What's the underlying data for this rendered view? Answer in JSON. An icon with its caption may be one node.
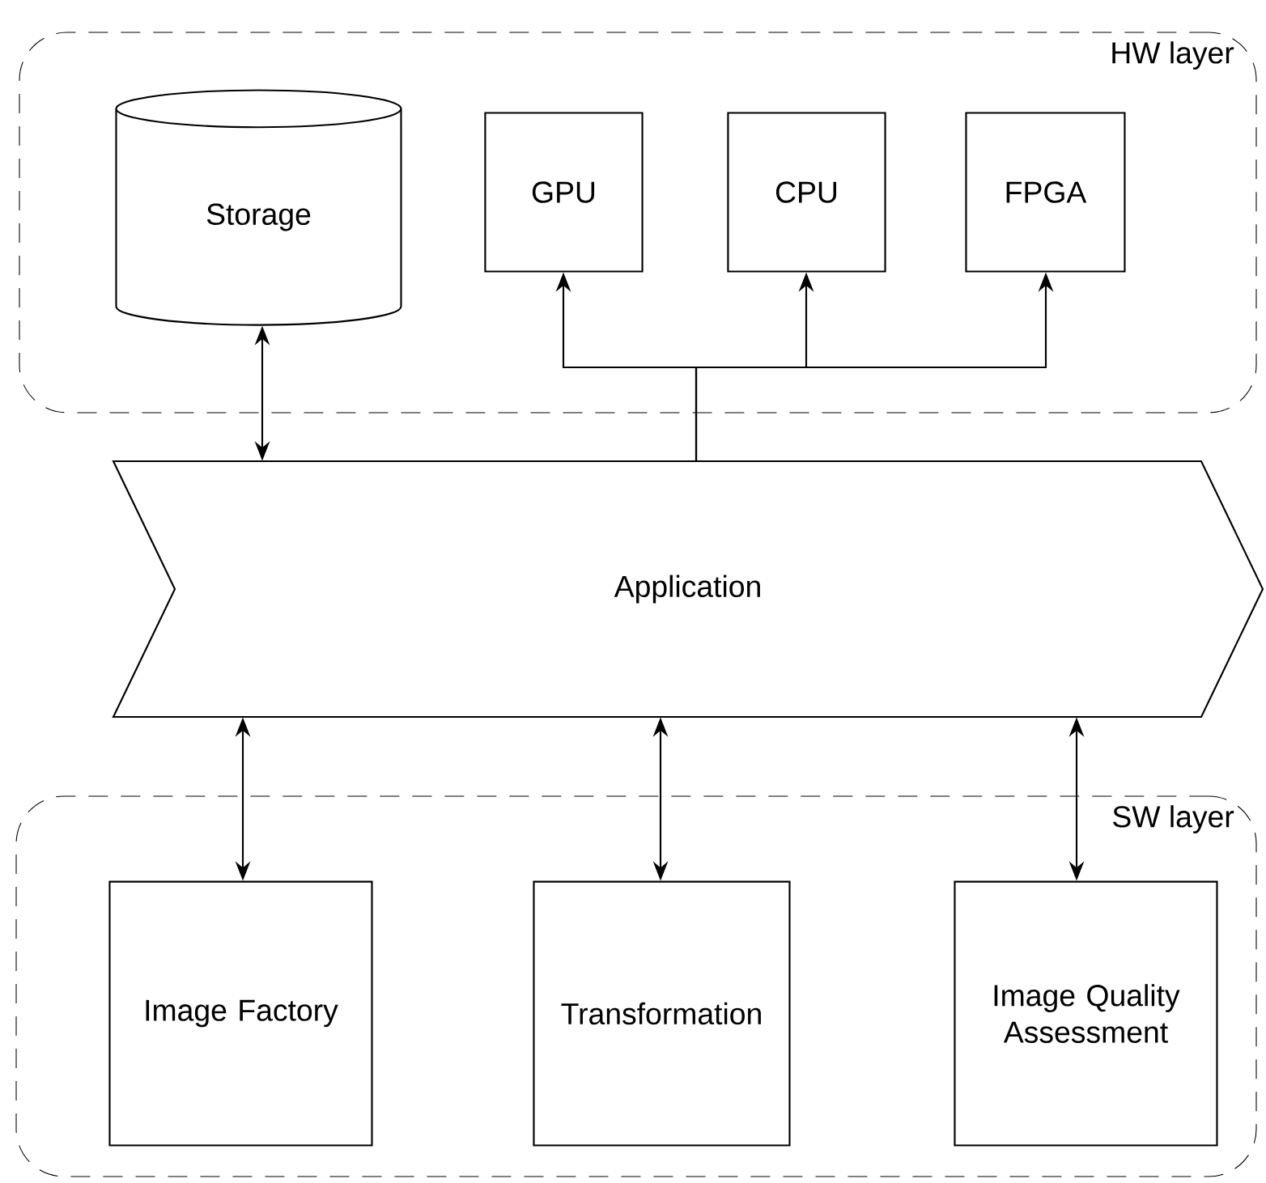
{
  "diagram": {
    "nodes": [
      {
        "text": [
          "HW layer"
        ]
      },
      {
        "text": [
          "Storage"
        ],
        "in": 0
      },
      {
        "text": [
          "GPU"
        ],
        "in": 0
      },
      {
        "text": [
          "CPU"
        ],
        "in": 0
      },
      {
        "text": [
          "FPGA"
        ],
        "in": 0
      },
      {
        "text": [
          "Application"
        ]
      },
      {
        "text": [
          "SW layer"
        ]
      },
      {
        "text": [
          "Image Factory"
        ],
        "in": 6
      },
      {
        "text": [
          "Transformation"
        ],
        "in": 6
      },
      {
        "text": [
          "Image Quality Assessment"
        ],
        "in": 6
      }
    ],
    "edges": [
      {
        "from": 1,
        "to": 5,
        "arrow": "both"
      },
      {
        "from": 5,
        "to": 2,
        "arrow": "to"
      },
      {
        "from": 5,
        "to": 3,
        "arrow": "to"
      },
      {
        "from": 5,
        "to": 4,
        "arrow": "to"
      },
      {
        "from": 5,
        "to": 7,
        "arrow": "both"
      },
      {
        "from": 5,
        "to": 8,
        "arrow": "both"
      },
      {
        "from": 5,
        "to": 9,
        "arrow": "both"
      }
    ]
  }
}
